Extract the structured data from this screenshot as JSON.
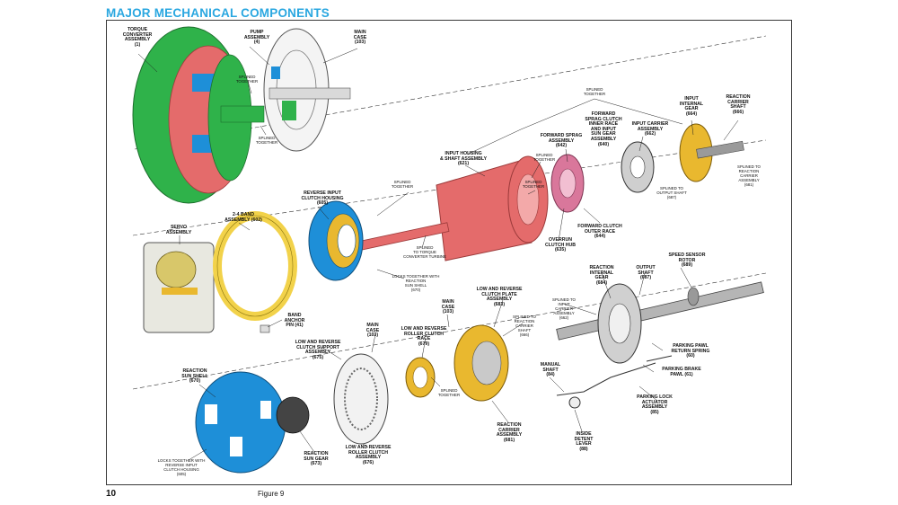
{
  "page": {
    "title": "MAJOR MECHANICAL COMPONENTS",
    "page_number": "10",
    "figure_caption": "Figure 9"
  },
  "labels": {
    "torque_converter": "TORQUE\nCONVERTER\nASSEMBLY\n(1)",
    "pump_assembly": "PUMP\nASSEMBLY\n(4)",
    "main_case_top": "MAIN\nCASE\n(103)",
    "splined_together_1": "SPLINED\nTOGETHER",
    "splined_together_2": "SPLINED\nTOGETHER",
    "splined_together_top": "SPLINED\nTOGETHER",
    "forward_sprag_clutch_inner": "FORWARD\nSPRAG CLUTCH\nINNER RACE\nAND INPUT\nSUN GEAR\nASSEMBLY\n(640)",
    "input_internal_gear": "INPUT\nINTERNAL\nGEAR\n(664)",
    "reaction_carrier_shaft": "REACTION\nCARRIER\nSHAFT\n(666)",
    "input_carrier_assembly": "INPUT CARRIER\nASSEMBLY\n(662)",
    "forward_sprag_assembly": "FORWARD SPRAG\nASSEMBLY\n(642)",
    "splined_to_reaction_carrier": "SPLINED TO\nREACTION\nCARRIER\nASSEMBLY\n(681)",
    "input_housing": "INPUT HOUSING\n& SHAFT ASSEMBLY\n(621)",
    "splined_together_3": "SPLINED\nTOGETHER",
    "splined_together_4": "SPLINED\nTOGETHER",
    "splined_to_output": "SPLINED TO\nOUTPUT SHAFT\n(687)",
    "reverse_input_clutch": "REVERSE INPUT\nCLUTCH HOUSING\n(605)",
    "splined_together_5": "SPLINED\nTOGETHER",
    "forward_clutch_outer": "FORWARD CLUTCH\nOUTER RACE\n(644)",
    "overrun_clutch_hub": "OVERRUN\nCLUTCH HUB\n(635)",
    "band_24": "2-4 BAND\nASSEMBLY (602)",
    "servo_assembly": "SERVO\nASSEMBLY",
    "splined_torque_turbine": "SPLINED\nTO TORQUE\nCONVERTER TURBINE",
    "locks_together_sun_shell": "LOCKS TOGETHER WITH\nREACTION\nSUN SHELL\n(670)",
    "speed_sensor_rotor": "SPEED SENSOR\nROTOR\n(689)",
    "reaction_internal_gear": "REACTION\nINTERNAL\nGEAR\n(684)",
    "output_shaft": "OUTPUT\nSHAFT\n(687)",
    "low_reverse_clutch_plate": "LOW AND REVERSE\nCLUTCH PLATE\nASSEMBLY\n(683)",
    "main_case_mid": "MAIN\nCASE\n(103)",
    "splined_to_input_carrier": "SPLINED TO\nINPUT\nCARRIER\nASSEMBLY\n(662)",
    "band_anchor_pin": "BAND\nANCHOR\nPIN (41)",
    "splined_to_reaction_shaft": "SPLINED TO\nREACTION\nCARRIER\nSHAFT\n(666)",
    "main_case_low": "MAIN\nCASE\n(103)",
    "low_reverse_roller_race": "LOW AND REVERSE\nROLLER CLUTCH\nRACE\n(679)",
    "low_reverse_support": "LOW AND REVERSE\nCLUTCH SUPPORT\nASSEMBLY\n(675)",
    "parking_pawl_spring": "PARKING PAWL\nRETURN SPRING\n(60)",
    "parking_brake_pawl": "PARKING BRAKE\nPAWL (61)",
    "manual_shaft": "MANUAL\nSHAFT\n(84)",
    "reaction_sun_shell": "REACTION\nSUN SHELL\n(670)",
    "splined_together_6": "SPLINED\nTOGETHER",
    "parking_lock_actuator": "PARKING LOCK\nACTUATOR\nASSEMBLY\n(85)",
    "reaction_carrier_assembly": "REACTION\nCARRIER\nASSEMBLY\n(681)",
    "inside_detent_lever": "INSIDE\nDETENT\nLEVER\n(88)",
    "reaction_sun_gear": "REACTION\nSUN GEAR\n(673)",
    "low_reverse_roller_assembly": "LOW AND REVERSE\nROLLER CLUTCH\nASSEMBLY\n(676)",
    "locks_together_reverse_input": "LOCKS TOGETHER WITH\nREVERSE INPUT\nCLUTCH HOUSING\n(605)"
  },
  "colors": {
    "title_blue": "#2aa7e0",
    "converter_green": "#2fb24a",
    "housing_red": "#e46b6b",
    "clutch_blue": "#1e8fd8",
    "band_yellow": "#f2d24a",
    "carrier_gold": "#e9b82f",
    "sprag_pink": "#d9779b",
    "steel_gray": "#9a9a9a"
  }
}
